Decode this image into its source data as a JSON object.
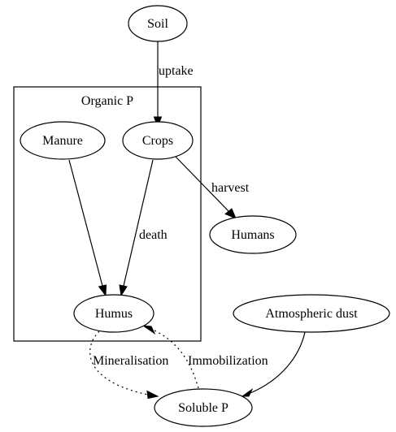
{
  "cluster": {
    "label": "Organic P"
  },
  "nodes": {
    "soil": "Soil",
    "manure": "Manure",
    "crops": "Crops",
    "humans": "Humans",
    "humus": "Humus",
    "atmospheric_dust": "Atmospheric dust",
    "soluble_p": "Soluble P"
  },
  "edges": {
    "uptake": "uptake",
    "harvest": "harvest",
    "death": "death",
    "mineralisation": "Mineralisation",
    "immobilization": "Immobilization"
  }
}
